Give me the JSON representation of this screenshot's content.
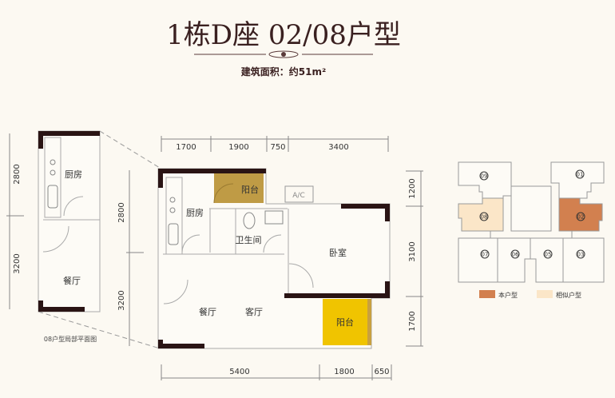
{
  "header": {
    "title": "1栋D座  02/08户型",
    "area": "建筑面积：约51m²"
  },
  "main_plan": {
    "rooms": {
      "balcony_top": "阳台",
      "kitchen": "厨房",
      "bathroom": "卫生间",
      "bedroom": "卧室",
      "dining": "餐厅",
      "living": "客厅",
      "balcony_bottom": "阳台",
      "ac": "A/C"
    },
    "dims_top": [
      "1700",
      "1900",
      "750",
      "3400"
    ],
    "dims_bottom": [
      "5400",
      "1800",
      "650"
    ],
    "dims_right": [
      "1200",
      "3100",
      "1700"
    ],
    "dims_left": [
      "2800",
      "3200"
    ]
  },
  "partial_plan": {
    "rooms": {
      "kitchen": "厨房",
      "dining": "餐厅"
    },
    "dims_left": [
      "2800",
      "3200"
    ],
    "caption": "08户型局部平面图"
  },
  "key_plan": {
    "units": [
      "09",
      "01",
      "08",
      "02",
      "07",
      "06",
      "05",
      "03"
    ],
    "legend": {
      "this_type": "本户型",
      "similar_type": "相似户型"
    },
    "colors": {
      "this_type": "#d2804f",
      "similar_type": "#fbe6c8",
      "balcony_top": "#bf9b45",
      "balcony_bottom": "#f0c400",
      "wall": "#2a1414"
    }
  }
}
